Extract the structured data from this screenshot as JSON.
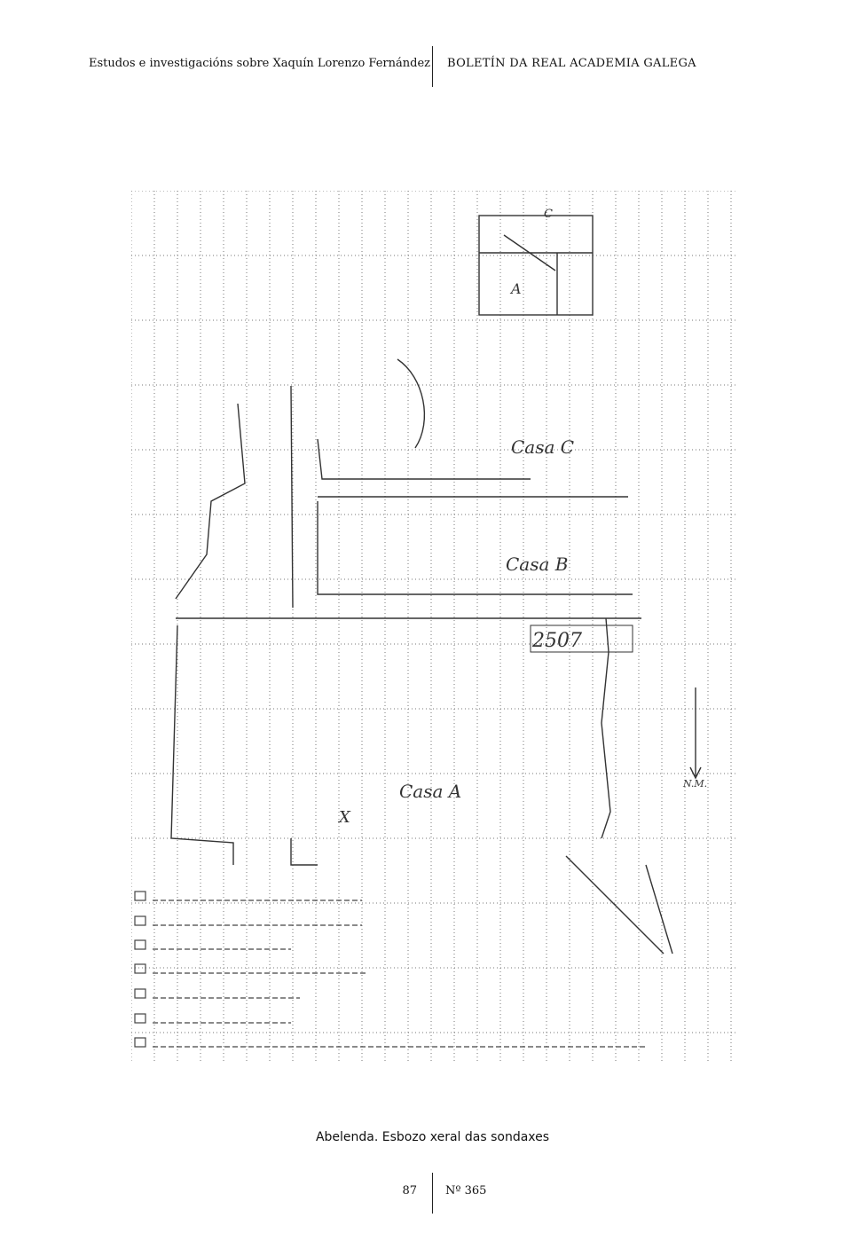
{
  "header": {
    "left": "Estudos e investigacións sobre Xaquín Lorenzo Fernández",
    "right": "BOLETÍN DA REAL ACADEMIA GALEGA"
  },
  "figure": {
    "labels": {
      "casa_a": "Casa A",
      "casa_b": "Casa B",
      "casa_c": "Casa C",
      "inset_c": "C",
      "inset_a": "A",
      "north": "N.M.",
      "number": "2507"
    }
  },
  "caption": "Abelenda. Esbozo xeral das sondaxes",
  "footer": {
    "page_number": "87",
    "issue": "Nº 365"
  }
}
